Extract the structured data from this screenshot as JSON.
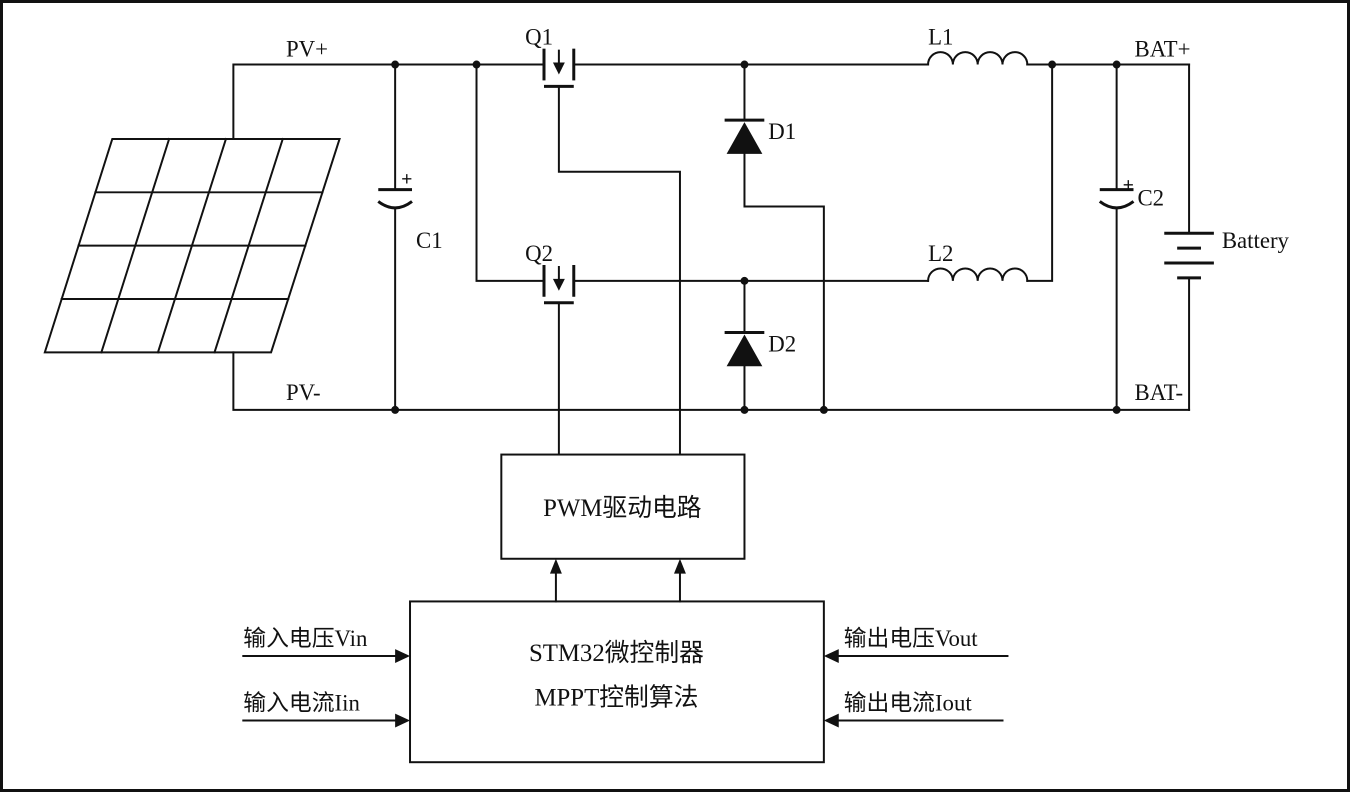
{
  "diagram": {
    "labels": {
      "pv_plus": "PV+",
      "pv_minus": "PV-",
      "bat_plus": "BAT+",
      "bat_minus": "BAT-",
      "q1": "Q1",
      "q2": "Q2",
      "d1": "D1",
      "d2": "D2",
      "l1": "L1",
      "l2": "L2",
      "c1": "C1",
      "c1_polarity": "+",
      "c2": "C2",
      "c2_polarity": "+",
      "battery": "Battery"
    },
    "blocks": {
      "pwm_driver": "PWM驱动电路",
      "mcu_line1": "STM32微控制器",
      "mcu_line2": "MPPT控制算法"
    },
    "signals": {
      "input_voltage": "输入电压Vin",
      "input_current": "输入电流Iin",
      "output_voltage": "输出电压Vout",
      "output_current": "输出电流Iout"
    },
    "colors": {
      "line": "#111111",
      "background": "#ffffff"
    }
  }
}
